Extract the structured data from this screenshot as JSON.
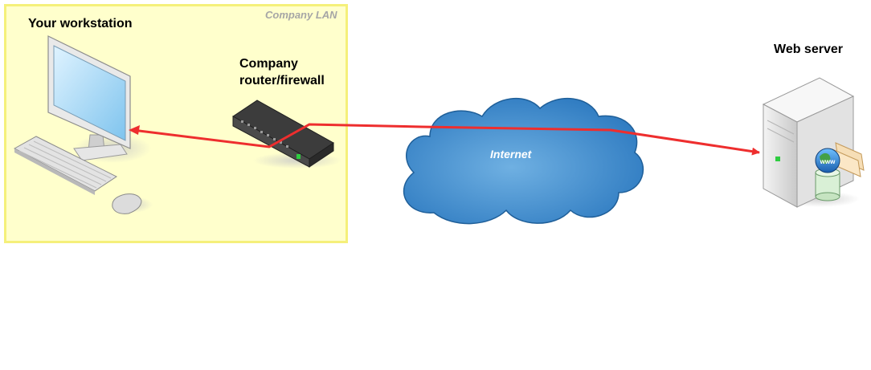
{
  "zone": {
    "title": "Company LAN",
    "fill": "#ffffcc",
    "border": "#f5f07a"
  },
  "nodes": {
    "workstation": {
      "label": "Your workstation",
      "icon": "desktop-computer-icon"
    },
    "router": {
      "label_line1": "Company",
      "label_line2": "router/firewall",
      "icon": "router-firewall-icon"
    },
    "internet": {
      "label": "Internet",
      "icon": "cloud-icon"
    },
    "server": {
      "label": "Web server",
      "icon": "web-server-icon",
      "badge": "www"
    }
  },
  "connections": [
    {
      "from": "server",
      "to": "workstation",
      "via": [
        "internet",
        "router"
      ],
      "color": "#ee2e2e"
    }
  ],
  "colors": {
    "arrow": "#ee2e2e",
    "cloud_fill": "#3a86c8",
    "cloud_stroke": "#1f5f99"
  }
}
